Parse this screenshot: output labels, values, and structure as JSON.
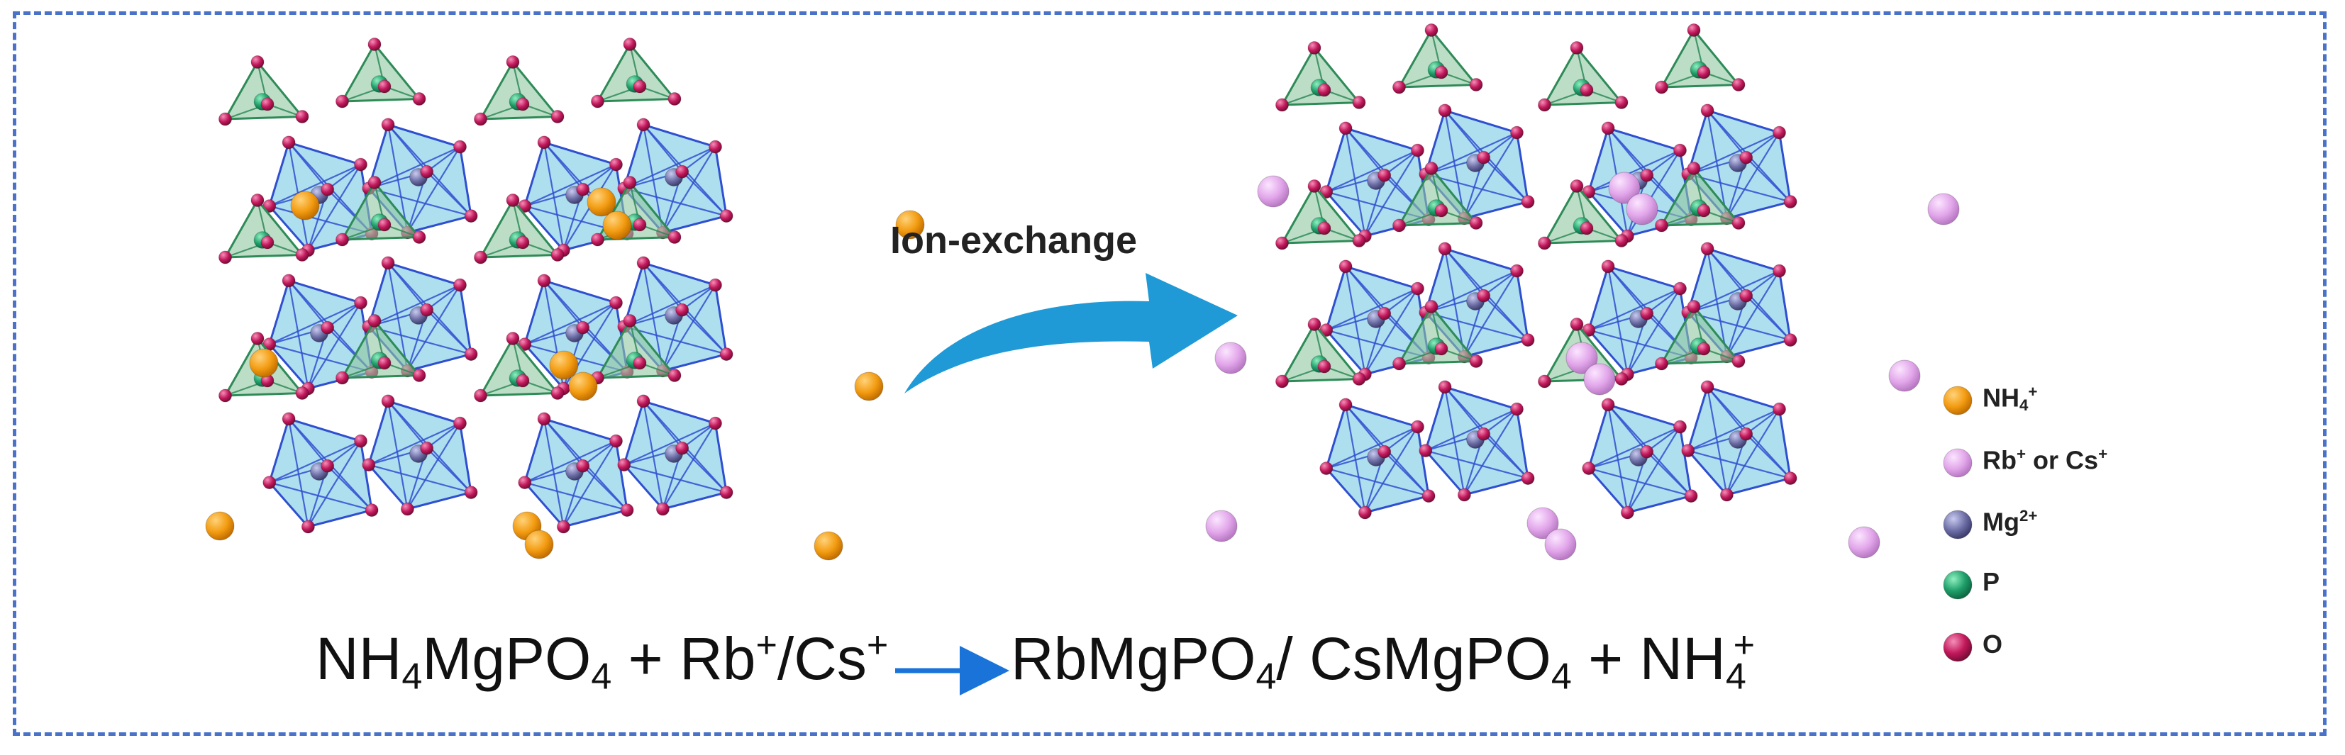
{
  "arrow_label": "Ion-exchange",
  "legend": [
    {
      "key": "nh4",
      "base": "NH",
      "sub": "4",
      "sup": "+",
      "tail": "",
      "color": "#f39c12"
    },
    {
      "key": "rbcs",
      "base": "Rb",
      "sub": "",
      "sup": "+",
      "tail": " or Cs",
      "tail_sup": "+",
      "color": "#e2a6ea"
    },
    {
      "key": "mg",
      "base": "Mg",
      "sub": "",
      "sup": "2+",
      "tail": "",
      "color": "#6e6fa6"
    },
    {
      "key": "p",
      "base": "P",
      "sub": "",
      "sup": "",
      "tail": "",
      "color": "#1f9e6a"
    },
    {
      "key": "o",
      "base": "O",
      "sub": "",
      "sup": "",
      "tail": "",
      "color": "#c2185b"
    }
  ],
  "equation": {
    "left_a": "NH",
    "left_a_sub": "4",
    "left_b": "MgPO",
    "left_b_sub": "4",
    "plus1": " + ",
    "rb": "Rb",
    "rb_sup": "+",
    "slash": "/Cs",
    "cs_sup": "+",
    "r1": "RbMgPO",
    "r1_sub": "4",
    "r2": "/ CsMgPO",
    "r2_sub": "4",
    "plus2": " + NH",
    "nh_sub": "4",
    "nh_sup": "+"
  },
  "colors": {
    "frame": "#4a72c8",
    "octahedron_fill": "#5bc0de",
    "octahedron_edge": "#2f4fd0",
    "tetra_fill": "#8fc7a0",
    "tetra_edge": "#2e8b57",
    "arrow": "#1f9ad6",
    "eq_arrow": "#1a73d9"
  }
}
